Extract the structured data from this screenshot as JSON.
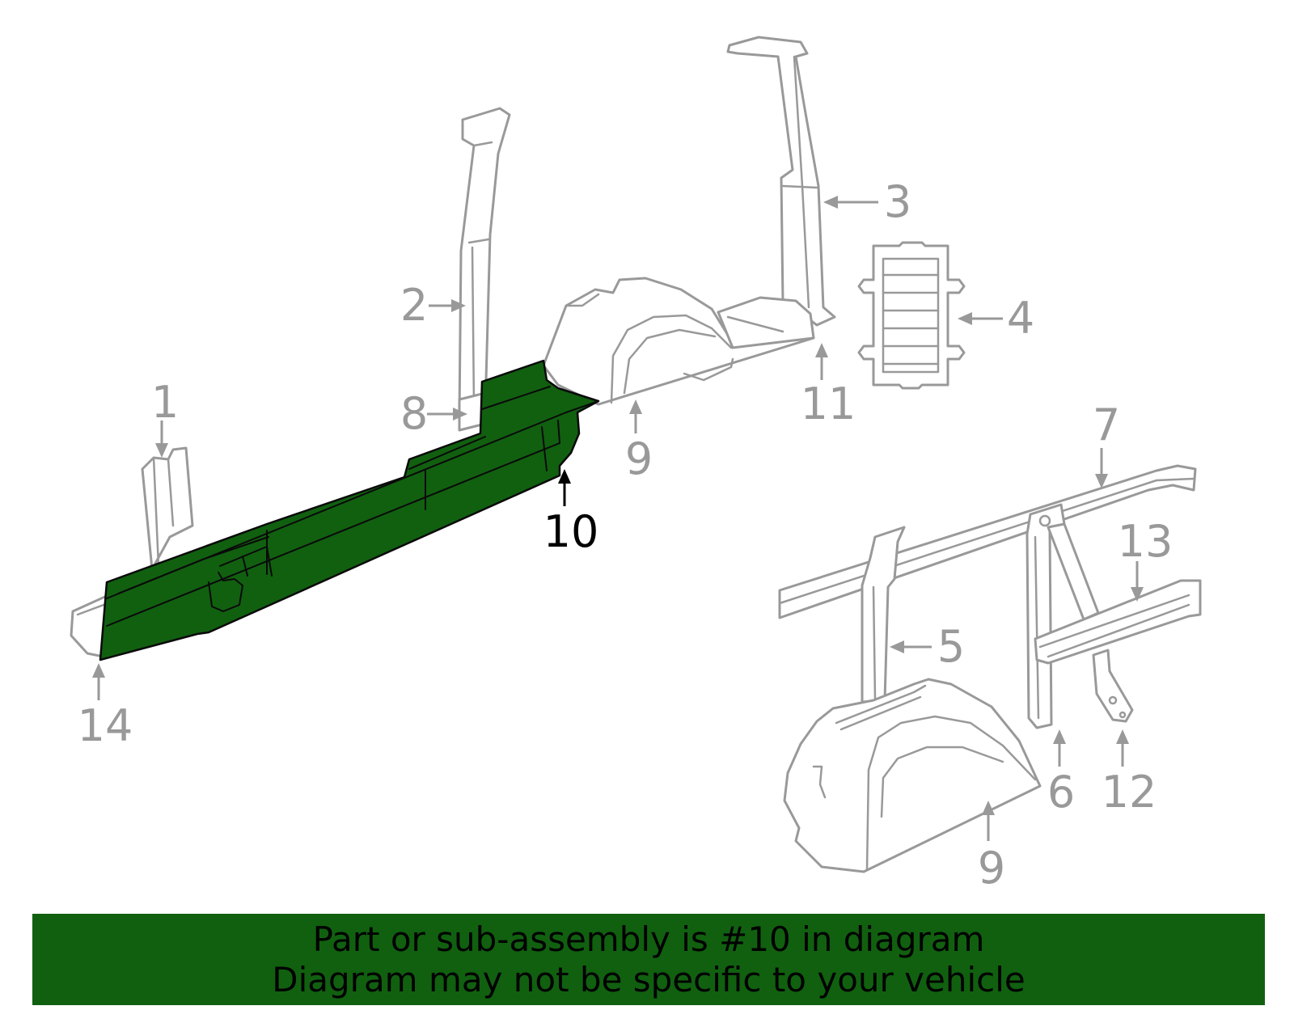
{
  "colors": {
    "highlight": "#116010",
    "banner": "#116010",
    "linework": "#999999",
    "selected_text": "#000000"
  },
  "callouts": {
    "c1": "1",
    "c2": "2",
    "c3": "3",
    "c4": "4",
    "c5": "5",
    "c6": "6",
    "c7": "7",
    "c8": "8",
    "c9a": "9",
    "c9b": "9",
    "c10": "10",
    "c11": "11",
    "c12": "12",
    "c13": "13",
    "c14": "14"
  },
  "selected_part": "10",
  "banner": {
    "line1": "Part or sub-assembly is #10 in diagram",
    "line2": "Diagram may not be specific to your vehicle"
  }
}
